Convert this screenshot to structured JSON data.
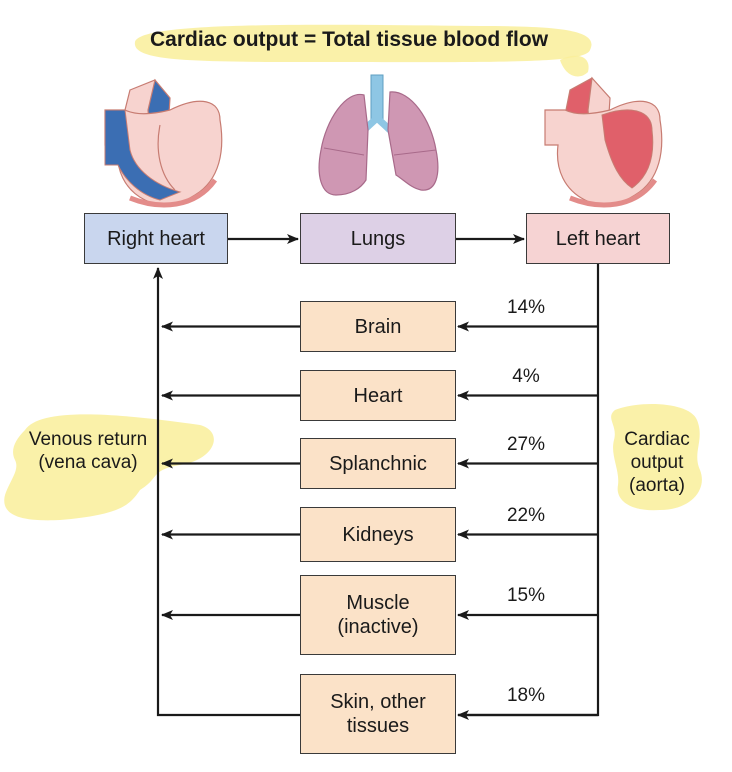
{
  "title": "Cardiac output = Total tissue blood flow",
  "colors": {
    "highlight": "#f9ef9a",
    "right_heart_box": "#c9d6ee",
    "lungs_box": "#ddd0e6",
    "left_heart_box": "#f6d3d3",
    "organ_box": "#fbe2c8",
    "deoxygenated": "#3b6eb3",
    "oxygenated": "#e0606a",
    "heart_tissue": "#f7d3cf",
    "lung_tissue": "#cf97b3",
    "trachea": "#8ec6e4",
    "line": "#1a1a1a"
  },
  "top_nodes": [
    {
      "id": "right-heart",
      "label": "Right heart"
    },
    {
      "id": "lungs",
      "label": "Lungs"
    },
    {
      "id": "left-heart",
      "label": "Left heart"
    }
  ],
  "organs": [
    {
      "label": "Brain",
      "percent": "14%"
    },
    {
      "label": "Heart",
      "percent": "4%"
    },
    {
      "label": "Splanchnic",
      "percent": "27%"
    },
    {
      "label": "Kidneys",
      "percent": "22%"
    },
    {
      "label": "Muscle (inactive)",
      "percent": "15%"
    },
    {
      "label": "Skin, other tissues",
      "percent": "18%"
    }
  ],
  "venous_label": "Venous return (vena cava)",
  "cardiac_label": "Cardiac output (aorta)",
  "icons": [
    "right-heart-illustration",
    "lungs-illustration",
    "left-heart-illustration"
  ]
}
